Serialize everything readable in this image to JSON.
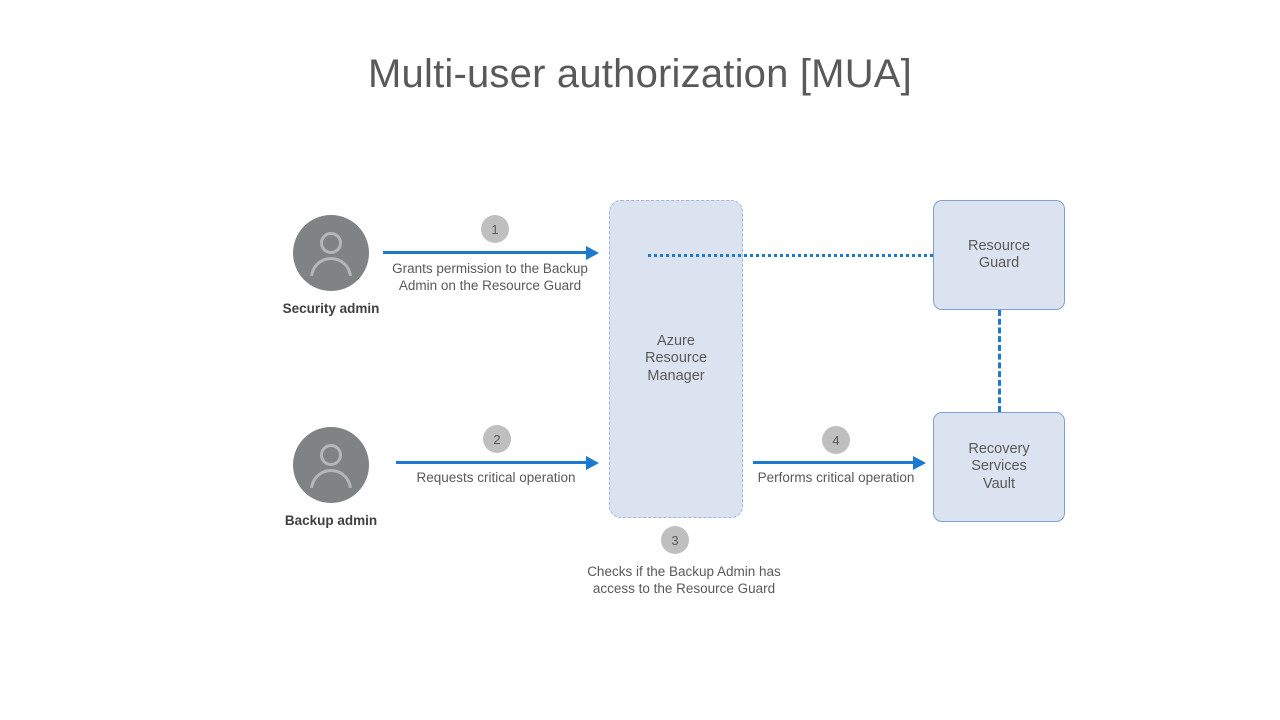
{
  "page": {
    "title": "Multi-user authorization [MUA]",
    "background": "#ffffff"
  },
  "colors": {
    "title_text": "#595959",
    "avatar_fill": "#7f8384",
    "avatar_glyph": "#b3b7b8",
    "box_fill": "#dce3f0",
    "box_border_solid": "#7ea2cf",
    "box_border_dashed": "#9fb8dd",
    "arrow": "#1b7ad0",
    "badge_fill": "#bfbfbf",
    "badge_text": "#595959",
    "body_text": "#595959",
    "actor_label": "#404040"
  },
  "actors": [
    {
      "id": "security-admin",
      "label": "Security admin",
      "icon": "person-avatar-icon"
    },
    {
      "id": "backup-admin",
      "label": "Backup admin",
      "icon": "person-avatar-icon"
    }
  ],
  "nodes": [
    {
      "id": "azure-resource-manager",
      "label": "Azure\nResource\nManager",
      "border": "dashed"
    },
    {
      "id": "resource-guard",
      "label": "Resource\nGuard",
      "border": "solid"
    },
    {
      "id": "recovery-services-vault",
      "label": "Recovery\nServices\nVault",
      "border": "solid"
    }
  ],
  "steps": [
    {
      "number": "1",
      "caption": "Grants permission to the Backup\nAdmin on the Resource Guard",
      "from": "security-admin",
      "to": "azure-resource-manager"
    },
    {
      "number": "2",
      "caption": "Requests critical operation",
      "from": "backup-admin",
      "to": "azure-resource-manager"
    },
    {
      "number": "3",
      "caption": "Checks if the Backup Admin has\naccess to the Resource Guard",
      "from": "azure-resource-manager",
      "to": "resource-guard"
    },
    {
      "number": "4",
      "caption": "Performs critical operation",
      "from": "azure-resource-manager",
      "to": "recovery-services-vault"
    }
  ],
  "connectors": [
    {
      "id": "arm-to-resource-guard",
      "style": "dotted",
      "orientation": "horizontal"
    },
    {
      "id": "resource-guard-to-vault",
      "style": "dashed",
      "orientation": "vertical"
    }
  ]
}
